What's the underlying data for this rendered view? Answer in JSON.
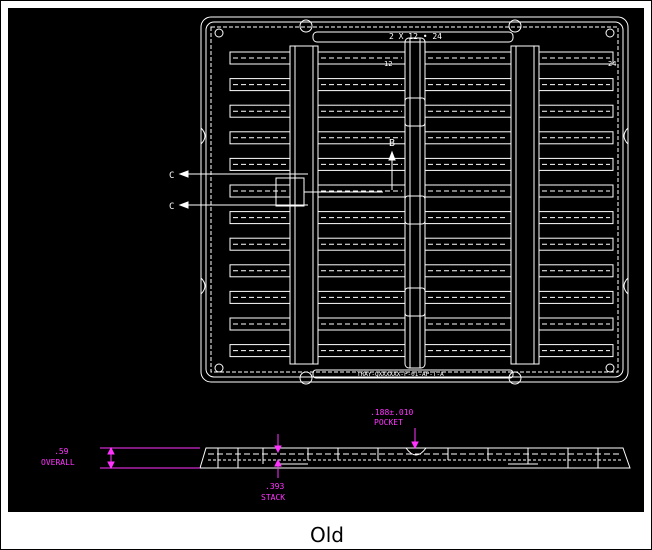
{
  "drawing": {
    "title_text": "2 X 12 • 24",
    "row_label_left": "12",
    "row_label_right": "24",
    "section_b": "B",
    "section_c1": "C",
    "section_c2": "C",
    "part_number": "TRAY-QXXXXXX-P-01-AP-T-A",
    "dim_pocket_value": ".188±.010",
    "dim_pocket_label": "POCKET",
    "dim_overall_value": ".59",
    "dim_overall_label": "OVERALL",
    "dim_stack_value": ".393",
    "dim_stack_label": "STACK",
    "colors": {
      "background": "#000000",
      "linework": "#ffffff",
      "dimension": "#ff33ff"
    }
  },
  "caption": "Old"
}
